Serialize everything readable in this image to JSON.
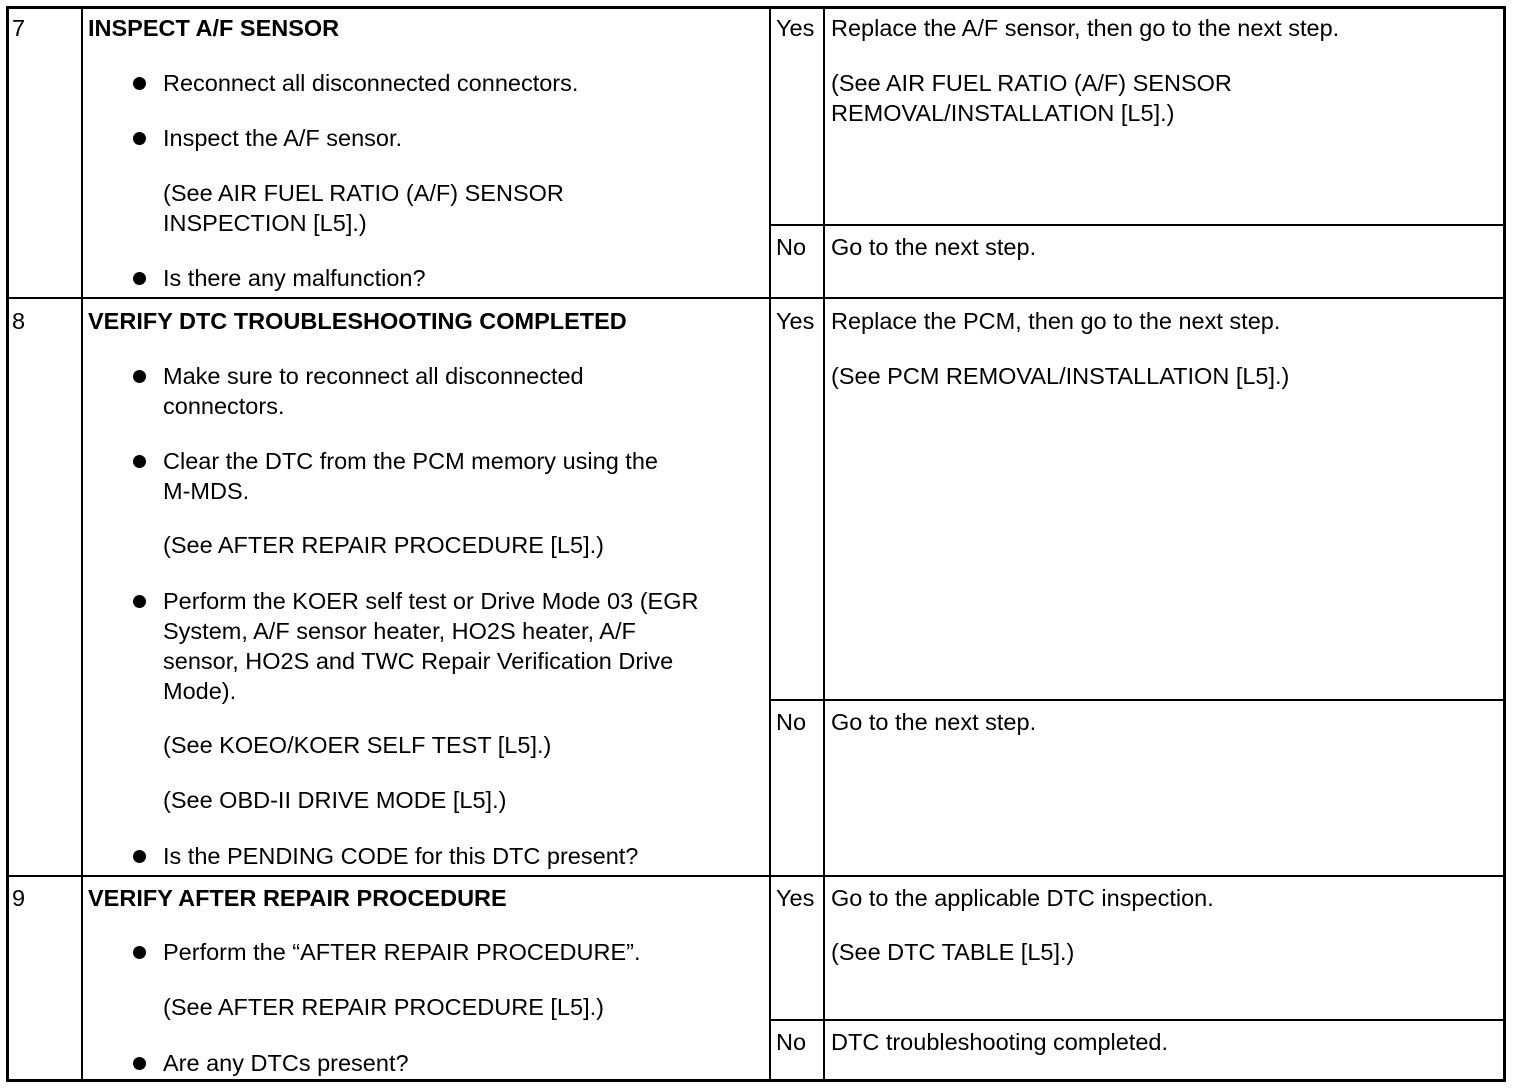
{
  "rows": [
    {
      "step": "7",
      "title": "INSPECT A/F SENSOR",
      "bullets": [
        "Reconnect all disconnected connectors.",
        "Inspect the A/F sensor.",
        "Is there any malfunction?"
      ],
      "note_line1": "(See AIR FUEL RATIO (A/F) SENSOR",
      "note_line2": "INSPECTION [L5].)",
      "yes_label": "Yes",
      "yes_action": "Replace the A/F sensor, then go to the next step.",
      "yes_ref_line1": "(See AIR FUEL RATIO (A/F) SENSOR",
      "yes_ref_line2": "REMOVAL/INSTALLATION [L5].)",
      "no_label": "No",
      "no_action": "Go to the next step."
    },
    {
      "step": "8",
      "title": "VERIFY DTC TROUBLESHOOTING COMPLETED",
      "b1_line1": "Make sure to reconnect all disconnected",
      "b1_line2": "connectors.",
      "b2_line1": "Clear the DTC from the PCM memory using the",
      "b2_line2": "M-MDS.",
      "note1": "(See AFTER REPAIR PROCEDURE [L5].)",
      "b3_line1": "Perform the KOER self test or Drive Mode 03 (EGR",
      "b3_line2": "System, A/F sensor heater, HO2S heater, A/F",
      "b3_line3": "sensor, HO2S and TWC Repair Verification Drive",
      "b3_line4": "Mode).",
      "note2": "(See KOEO/KOER SELF TEST [L5].)",
      "note3": "(See OBD-II DRIVE MODE [L5].)",
      "b4": "Is the PENDING CODE for this DTC present?",
      "yes_label": "Yes",
      "yes_action": "Replace the PCM, then go to the next step.",
      "yes_ref": "(See PCM REMOVAL/INSTALLATION [L5].)",
      "no_label": "No",
      "no_action": "Go to the next step."
    },
    {
      "step": "9",
      "title": "VERIFY AFTER REPAIR PROCEDURE",
      "b1": "Perform the “AFTER REPAIR PROCEDURE”.",
      "note1": "(See AFTER REPAIR PROCEDURE [L5].)",
      "b2": "Are any DTCs present?",
      "yes_label": "Yes",
      "yes_action": "Go to the applicable DTC inspection.",
      "yes_ref": "(See DTC TABLE [L5].)",
      "no_label": "No",
      "no_action": "DTC troubleshooting completed."
    }
  ]
}
